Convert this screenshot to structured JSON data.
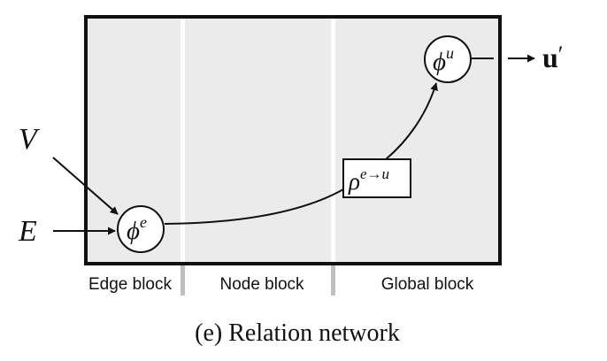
{
  "diagram": {
    "inputs": {
      "v": "V",
      "e": "E"
    },
    "nodes": {
      "phi_e": {
        "base": "ϕ",
        "sup": "e"
      },
      "rho": {
        "base": "ρ",
        "sup": "e→u"
      },
      "phi_u": {
        "base": "ϕ",
        "sup": "u"
      }
    },
    "output": {
      "base": "u",
      "prime": "′"
    },
    "blocks": {
      "edge": "Edge block",
      "node": "Node block",
      "global": "Global block"
    },
    "caption": "(e) Relation network",
    "colors": {
      "panel": "#ebebeb",
      "divider": "#ffffff",
      "stroke": "#111111",
      "tick": "#bfbfbf"
    }
  }
}
